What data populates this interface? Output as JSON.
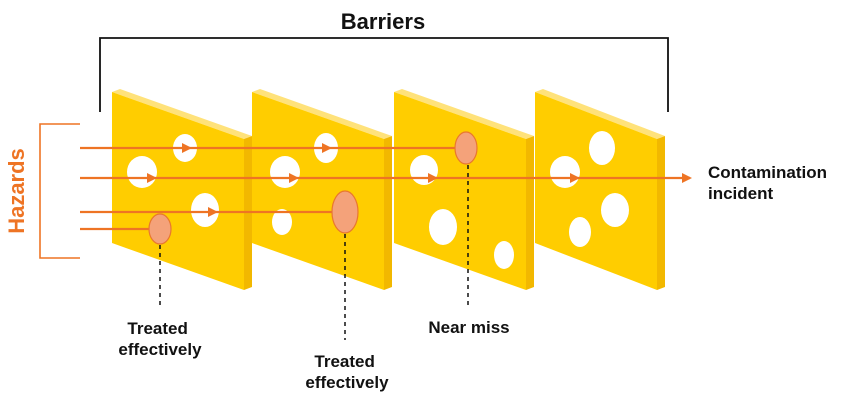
{
  "title": "Barriers",
  "side_label": "Hazards",
  "outcome_label": [
    "Contamination",
    "incident"
  ],
  "annotations": [
    {
      "lines": [
        "Treated",
        "effectively"
      ]
    },
    {
      "lines": [
        "Treated",
        "effectively"
      ]
    },
    {
      "lines": [
        "Near miss"
      ]
    }
  ],
  "colors": {
    "barrier_face": "#FFCD00",
    "barrier_edge": "#FFE27A",
    "arrow": "#EE7424",
    "hazard_bracket": "#EE7424",
    "stopped_hazard_fill": "#F4A27A",
    "text": "#111111"
  }
}
